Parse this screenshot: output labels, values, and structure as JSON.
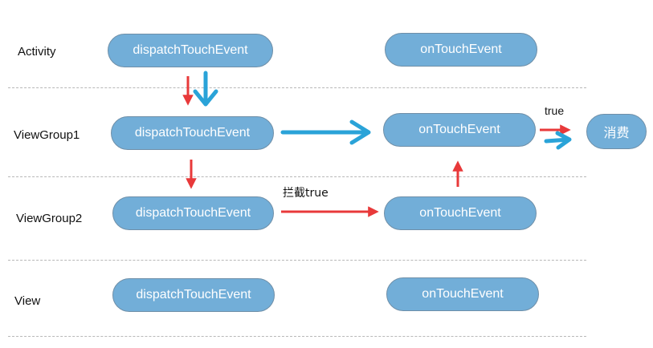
{
  "rows": [
    {
      "label": "Activity",
      "dispatch": "dispatchTouchEvent",
      "touch": "onTouchEvent"
    },
    {
      "label": "ViewGroup1",
      "dispatch": "dispatchTouchEvent",
      "touch": "onTouchEvent"
    },
    {
      "label": "ViewGroup2",
      "dispatch": "dispatchTouchEvent",
      "touch": "onTouchEvent"
    },
    {
      "label": "View",
      "dispatch": "dispatchTouchEvent",
      "touch": "onTouchEvent"
    }
  ],
  "consume_node": "消费",
  "edge_labels": {
    "true": "true",
    "intercept_true": "拦截true"
  },
  "colors": {
    "node_fill": "#72aed8",
    "node_border": "#6f8fa8",
    "red_arrow": "#e8393a",
    "blue_arrow": "#2aa3d8",
    "divider": "#b8b8b8"
  }
}
